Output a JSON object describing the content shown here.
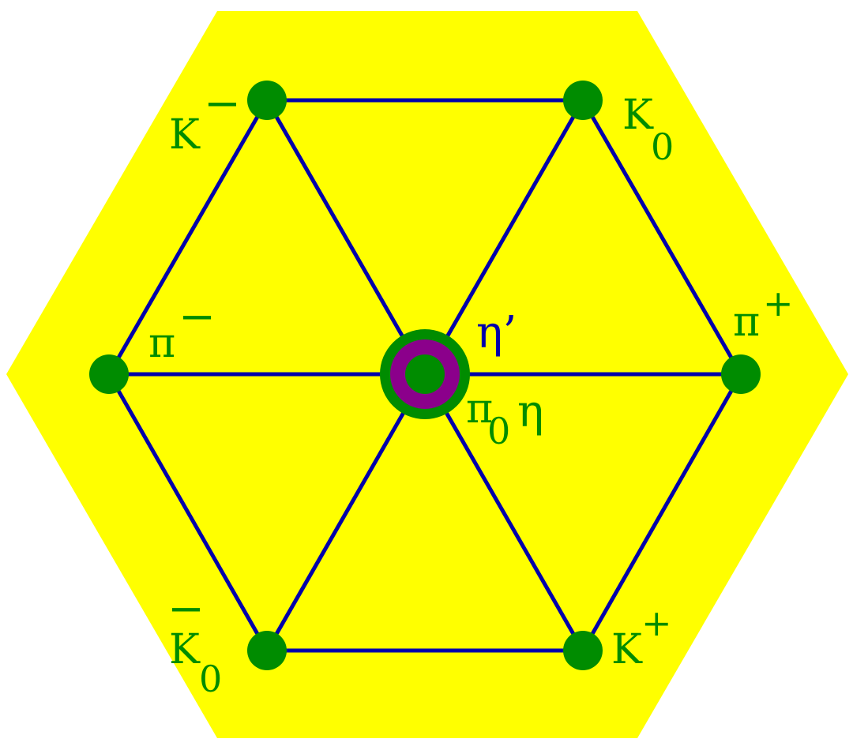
{
  "colors": {
    "background": "#ffffff",
    "hexagon": "#ffff00",
    "node": "#008c00",
    "edge": "#0000aa",
    "center_ring": "#8b008b",
    "label": "#008c00",
    "eta_prime_label": "#0000aa"
  },
  "labels": {
    "k_minus": {
      "base": "K",
      "sup": "−"
    },
    "k_zero": {
      "base": "K",
      "sub": "0"
    },
    "pi_minus": {
      "base": "π",
      "sup": "−"
    },
    "pi_plus": {
      "base": "π",
      "sup": "+"
    },
    "eta_prime": {
      "base": "η’"
    },
    "pi_zero": {
      "base": "π",
      "sub": "0"
    },
    "eta": {
      "base": "η"
    },
    "k_zero_bar": {
      "base": "K",
      "sub": "0",
      "overbar": "−"
    },
    "k_plus": {
      "base": "K",
      "sup": "+"
    }
  }
}
